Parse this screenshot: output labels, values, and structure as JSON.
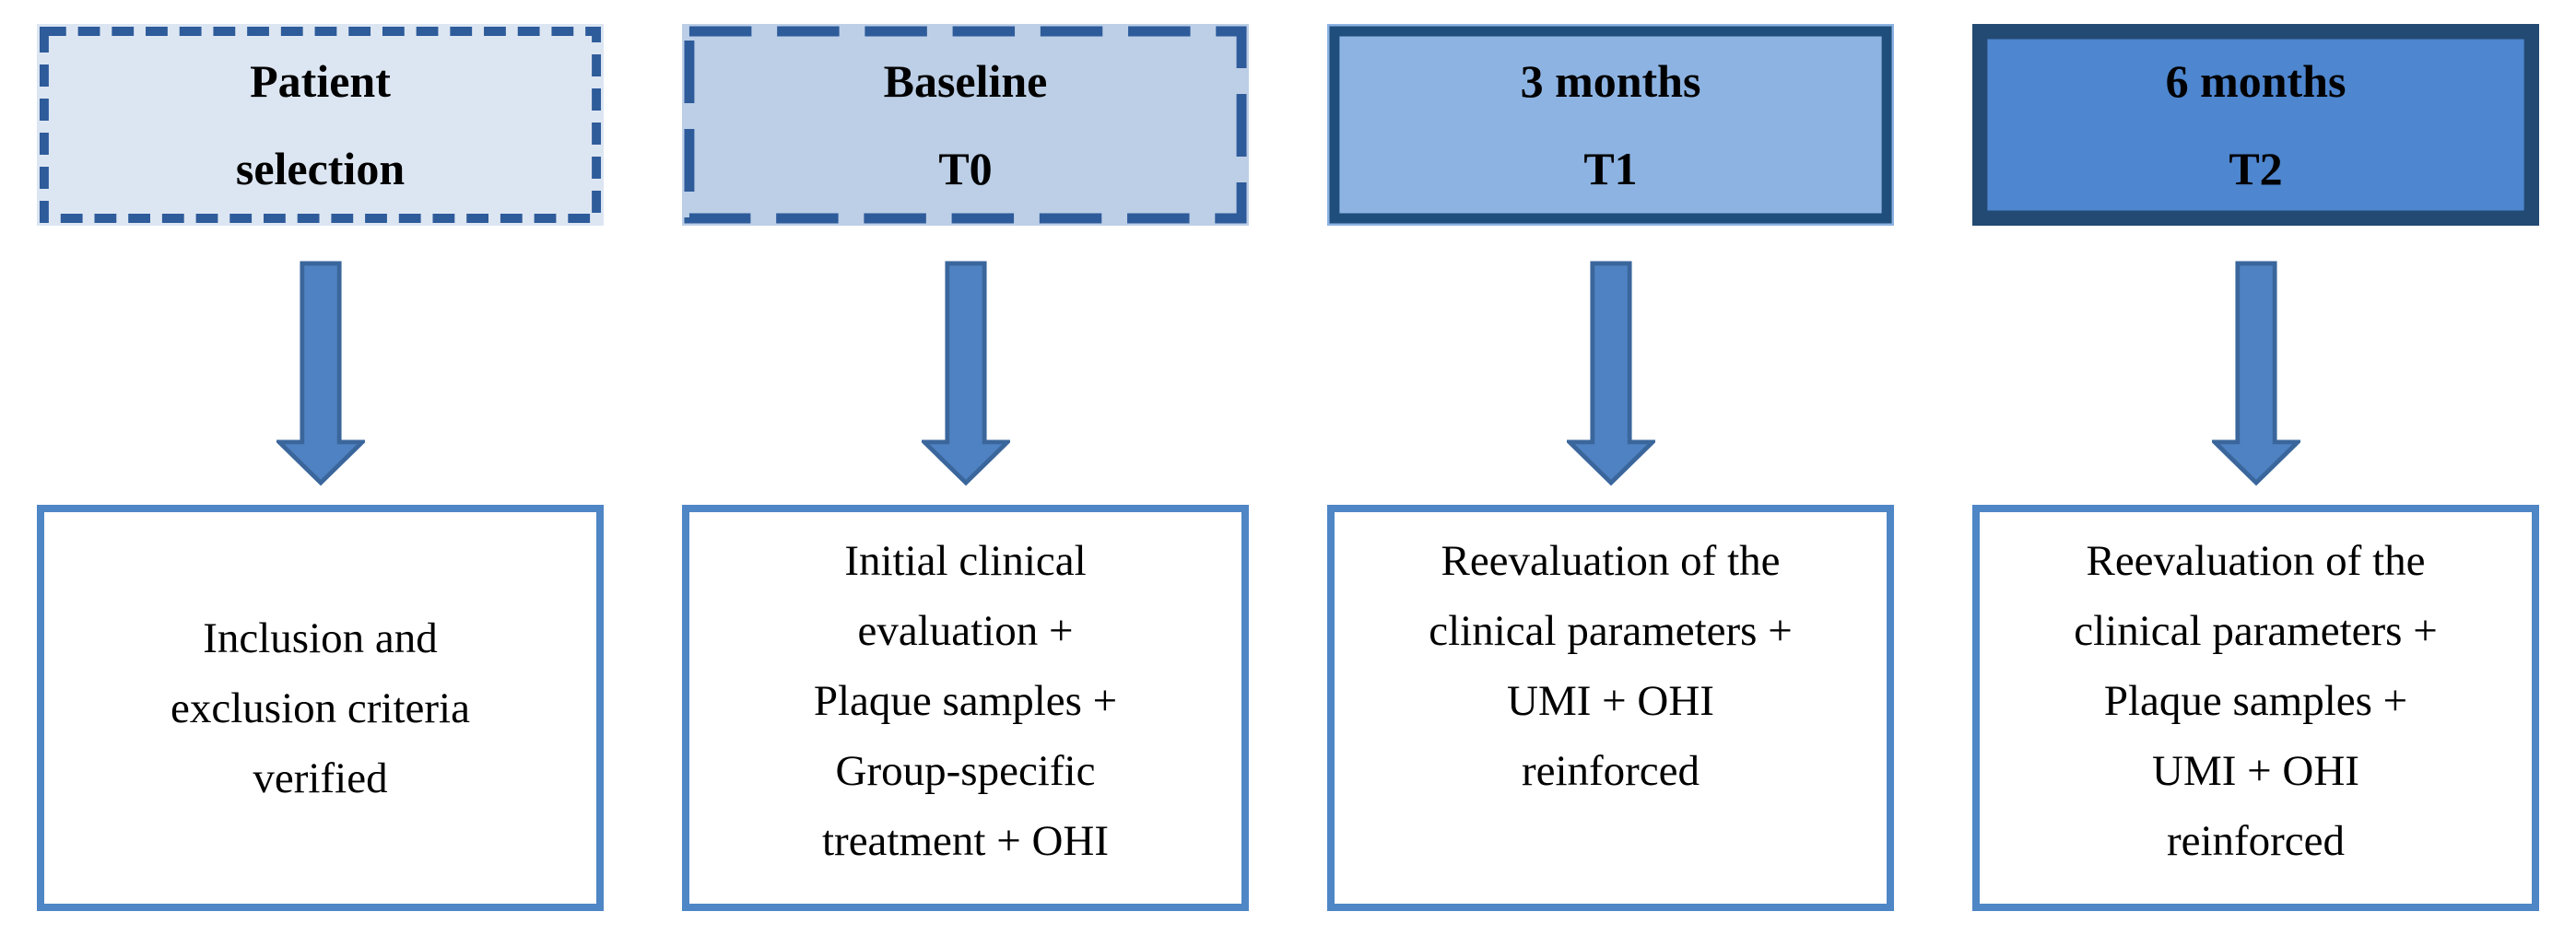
{
  "figure": {
    "name": "Study timeline flowchart",
    "palette": {
      "arrow_fill": "#4f82c2",
      "arrow_stroke": "#3a669c",
      "detail_border": "#4f86c6",
      "text_color": "#000000"
    },
    "columns": [
      {
        "id": "patient-selection",
        "stage": {
          "line1": "Patient",
          "line2": "selection"
        },
        "stage_style": {
          "fill": "#dce6f2",
          "border_color": "#2e5b9a",
          "border_width": "10",
          "border_dash": "24 13"
        },
        "detail_lines": [
          "Inclusion and",
          "exclusion criteria",
          "verified"
        ]
      },
      {
        "id": "baseline-t0",
        "stage": {
          "line1": "Baseline",
          "line2": "T0"
        },
        "stage_style": {
          "fill": "#bccfe7",
          "border_color": "#2e5b9a",
          "border_width": "11",
          "border_dash": "68 28"
        },
        "detail_lines": [
          "Initial clinical",
          "evaluation +",
          "Plaque samples +",
          "Group-specific",
          "treatment + OHI"
        ]
      },
      {
        "id": "3-months-t1",
        "stage": {
          "line1": "3 months",
          "line2": "T1"
        },
        "stage_style": {
          "fill": "#8db3e2",
          "border_color": "#1f4e7c",
          "border_width": "11",
          "border_dash": "none"
        },
        "detail_lines": [
          "Reevaluation of the",
          "clinical parameters +",
          "UMI + OHI",
          "reinforced"
        ]
      },
      {
        "id": "6-months-t2",
        "stage": {
          "line1": "6 months",
          "line2": "T2"
        },
        "stage_style": {
          "fill": "#4e86cf",
          "border_color": "#234a73",
          "border_width": "17",
          "border_dash": "none"
        },
        "detail_lines": [
          "Reevaluation of the",
          "clinical parameters +",
          "Plaque samples +",
          "UMI + OHI",
          "reinforced"
        ]
      }
    ]
  }
}
